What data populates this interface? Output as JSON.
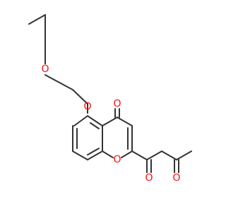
{
  "molecule": {
    "atom_labels": {
      "o_ether1": "O",
      "o_ether2": "O",
      "o_ketone4": "O",
      "o_ring": "O",
      "o_ketone_chain1": "O",
      "o_ketone_chain2": "O"
    },
    "colors": {
      "bond": "#333333",
      "oxygen": "#ff0d0d"
    }
  }
}
